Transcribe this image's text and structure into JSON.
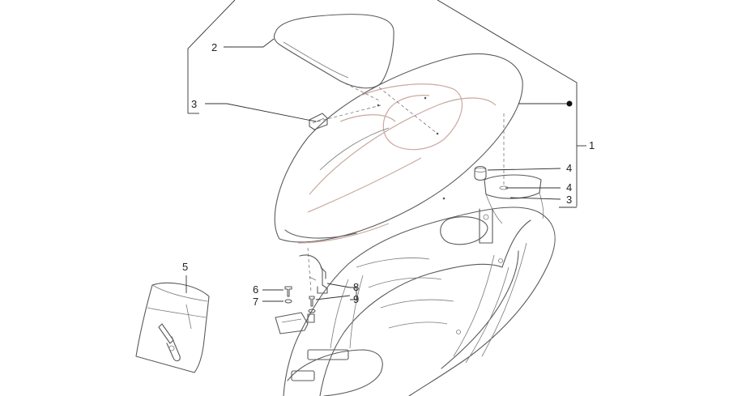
{
  "callouts": {
    "c1": "1",
    "c2": "2",
    "c3a": "3",
    "c3b": "3",
    "c4a": "4",
    "c4b": "4",
    "c5": "5",
    "c6": "6",
    "c7": "7",
    "c8": "8",
    "c9": "9"
  },
  "colors": {
    "stroke": "#5a5a5a",
    "seam": "#c9a9a0",
    "text": "#222222"
  }
}
